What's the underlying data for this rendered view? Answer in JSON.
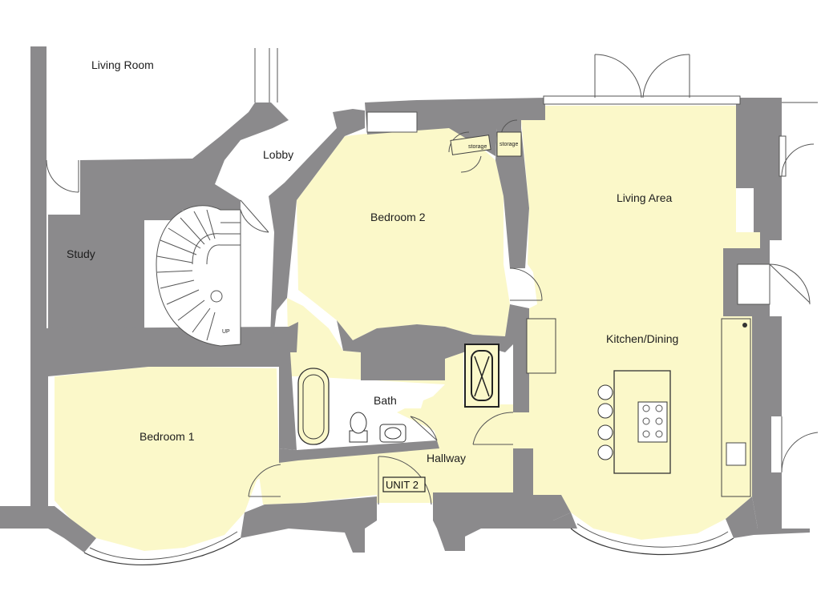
{
  "rooms": {
    "living_room": "Living Room",
    "lobby": "Lobby",
    "study": "Study",
    "bedroom2": "Bedroom 2",
    "living_area": "Living Area",
    "kitchen_dining": "Kitchen/Dining",
    "bath": "Bath",
    "bedroom1": "Bedroom 1",
    "hallway": "Hallway"
  },
  "storage_labels": [
    "storage",
    "storage"
  ],
  "stair_label": "UP",
  "unit_label": "UNIT 2",
  "colors": {
    "wall": "#8b8a8c",
    "room_fill": "#fbf8c9",
    "background": "#ffffff"
  }
}
